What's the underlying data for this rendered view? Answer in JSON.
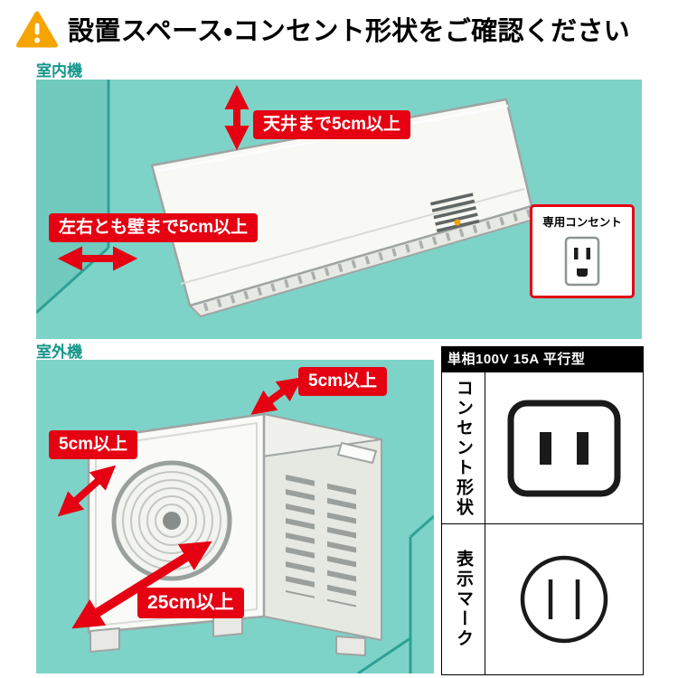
{
  "header": {
    "title": "設置スペース・コンセント形状をご確認ください",
    "warning_icon": "warning-triangle"
  },
  "indoor": {
    "section_label": "室内機",
    "labels": {
      "ceiling": "天井まで5cm以上",
      "sides": "左右とも壁まで5cm以上",
      "outlet": "専用コンセント"
    }
  },
  "outdoor": {
    "section_label": "室外機",
    "labels": {
      "back": "5cm以上",
      "side": "5cm以上",
      "front": "25cm以上"
    }
  },
  "spec": {
    "header": "単相100V 15A 平行型",
    "rows": [
      {
        "label": "コンセント形状",
        "icon": "flat-blade-outlet-icon"
      },
      {
        "label": "表示マーク",
        "icon": "parallel-blade-mark-icon"
      }
    ]
  },
  "colors": {
    "accent_red": "#e50012",
    "panel_teal": "#7ed3c8",
    "label_teal": "#14968b",
    "warning_orange": "#f6a400",
    "bar_black": "#000000"
  }
}
